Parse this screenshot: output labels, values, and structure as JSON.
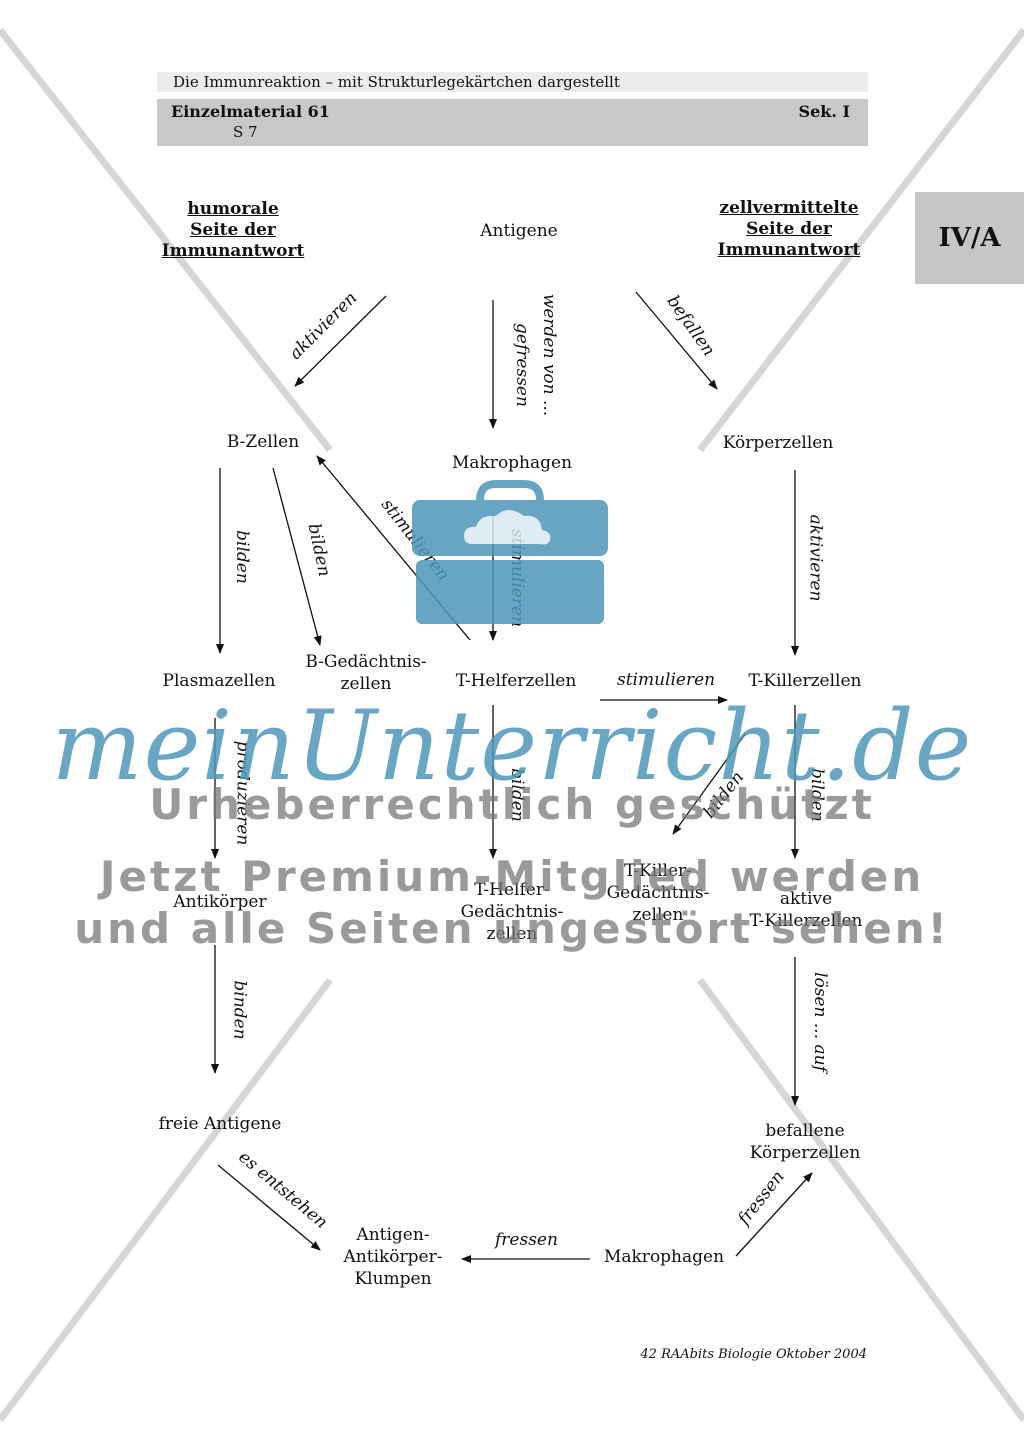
{
  "header": {
    "title": "Die Immunreaktion – mit Strukturlegekärtchen dargestellt",
    "material": "Einzelmaterial 61",
    "page": "S 7",
    "level": "Sek. I",
    "tab": "IV/A"
  },
  "headings": {
    "left": [
      "humorale",
      "Seite der",
      "Immunantwort"
    ],
    "right": [
      "zellvermittelte",
      "Seite der",
      "Immunantwort"
    ]
  },
  "nodes": {
    "antigene": "Antigene",
    "b_zellen": "B-Zellen",
    "makrophagen_top": "Makrophagen",
    "koerperzellen": "Körperzellen",
    "plasmazellen": "Plasmazellen",
    "b_gedaechtnis": [
      "B-Gedächtnis-",
      "zellen"
    ],
    "t_helfer": "T-Helferzellen",
    "t_killer": "T-Killerzellen",
    "antikoerper": "Antikörper",
    "t_helfer_gedaechtnis": [
      "T-Helfer-",
      "Gedächtnis-",
      "zellen"
    ],
    "t_killer_gedaechtnis": [
      "T-Killer-",
      "Gedächtnis-",
      "zellen"
    ],
    "aktive_t_killer": [
      "aktive",
      "T-Killerzellen"
    ],
    "freie_antigene": "freie Antigene",
    "befallene": [
      "befallene",
      "Körperzellen"
    ],
    "klumpen": [
      "Antigen-",
      "Antikörper-",
      "Klumpen"
    ],
    "makrophagen_bottom": "Makrophagen"
  },
  "labels": {
    "aktivieren_1": "aktivieren",
    "werden_von": "werden von ...",
    "gefressen": "gefressen",
    "befallen": "befallen",
    "bilden_1": "bilden",
    "bilden_2": "bilden",
    "stimulieren_1": "stimulieren",
    "stimulieren_2": "stimulieren",
    "aktivieren_2": "aktivieren",
    "stimulieren_3": "stimulieren",
    "produzieren": "produzieren",
    "bilden_3": "bilden",
    "bilden_4": "bilden",
    "bilden_5": "bilden",
    "binden": "binden",
    "loesen_auf": "lösen ... auf",
    "es_entstehen": "es entstehen",
    "fressen_1": "fressen",
    "fressen_2": "fressen"
  },
  "watermark": {
    "brand": "meinUnterricht.de",
    "line1": "Urheberrechtlich geschützt",
    "line2": "Jetzt Premium-Mitglied werden",
    "line3": "und alle Seiten ungestört sehen!"
  },
  "footer": "42 RAAbits Biologie Oktober 2004",
  "colors": {
    "watermark_blue": "#4e96b8",
    "header_gray": "#c8c8c8"
  }
}
